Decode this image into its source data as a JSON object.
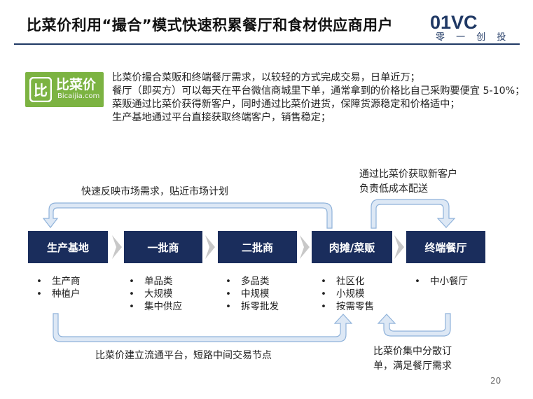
{
  "header": {
    "title": "比菜价利用“撮合”模式快速积累餐厅和食材供应商用户",
    "logo_mark": "01VC",
    "logo_sub": "零 一 创 投"
  },
  "company_logo": {
    "name": "比菜价",
    "url": "Bicaijia.com",
    "glyph": "比",
    "color": "#7cb342"
  },
  "intro_lines": [
    "比菜价撮合菜贩和终端餐厅需求，以较轻的方式完成交易，日单近万；",
    "餐厅（即买方）可以每天在平台微信商城里下单，通常拿到的价格比自己采购要便宜 5-10%；",
    "菜贩通过比菜价获得新客户，同时通过比菜价进货，保障货源稳定和价格适中；",
    "生产基地通过平台直接获取终端客户，销售稳定；"
  ],
  "stages": [
    {
      "label": "生产基地",
      "bullets": [
        "生产商",
        "种植户"
      ]
    },
    {
      "label": "一批商",
      "bullets": [
        "单品类",
        "大规模",
        "集中供应"
      ]
    },
    {
      "label": "二批商",
      "bullets": [
        "多品类",
        "中规模",
        "拆零批发"
      ]
    },
    {
      "label": "肉摊/菜贩",
      "bullets": [
        "社区化",
        "小规模",
        "按需零售"
      ]
    },
    {
      "label": "终端餐厅",
      "bullets": [
        "中小餐厅"
      ]
    }
  ],
  "flows": {
    "top_left": "快速反映市场需求，贴近市场计划",
    "top_right_1": "通过比菜价获取新客户",
    "top_right_2": "负责低成本配送",
    "bottom_left": "比菜价建立流通平台，短路中间交易节点",
    "bottom_right_1": "比菜价集中分散订",
    "bottom_right_2": "单，满足餐厅需求"
  },
  "page_number": "20",
  "colors": {
    "stage_fill": "#1a2d5c",
    "arrow_fill": "#dde8f5",
    "arrow_stroke": "#8fb2da",
    "title_rule": "#1f3864"
  }
}
